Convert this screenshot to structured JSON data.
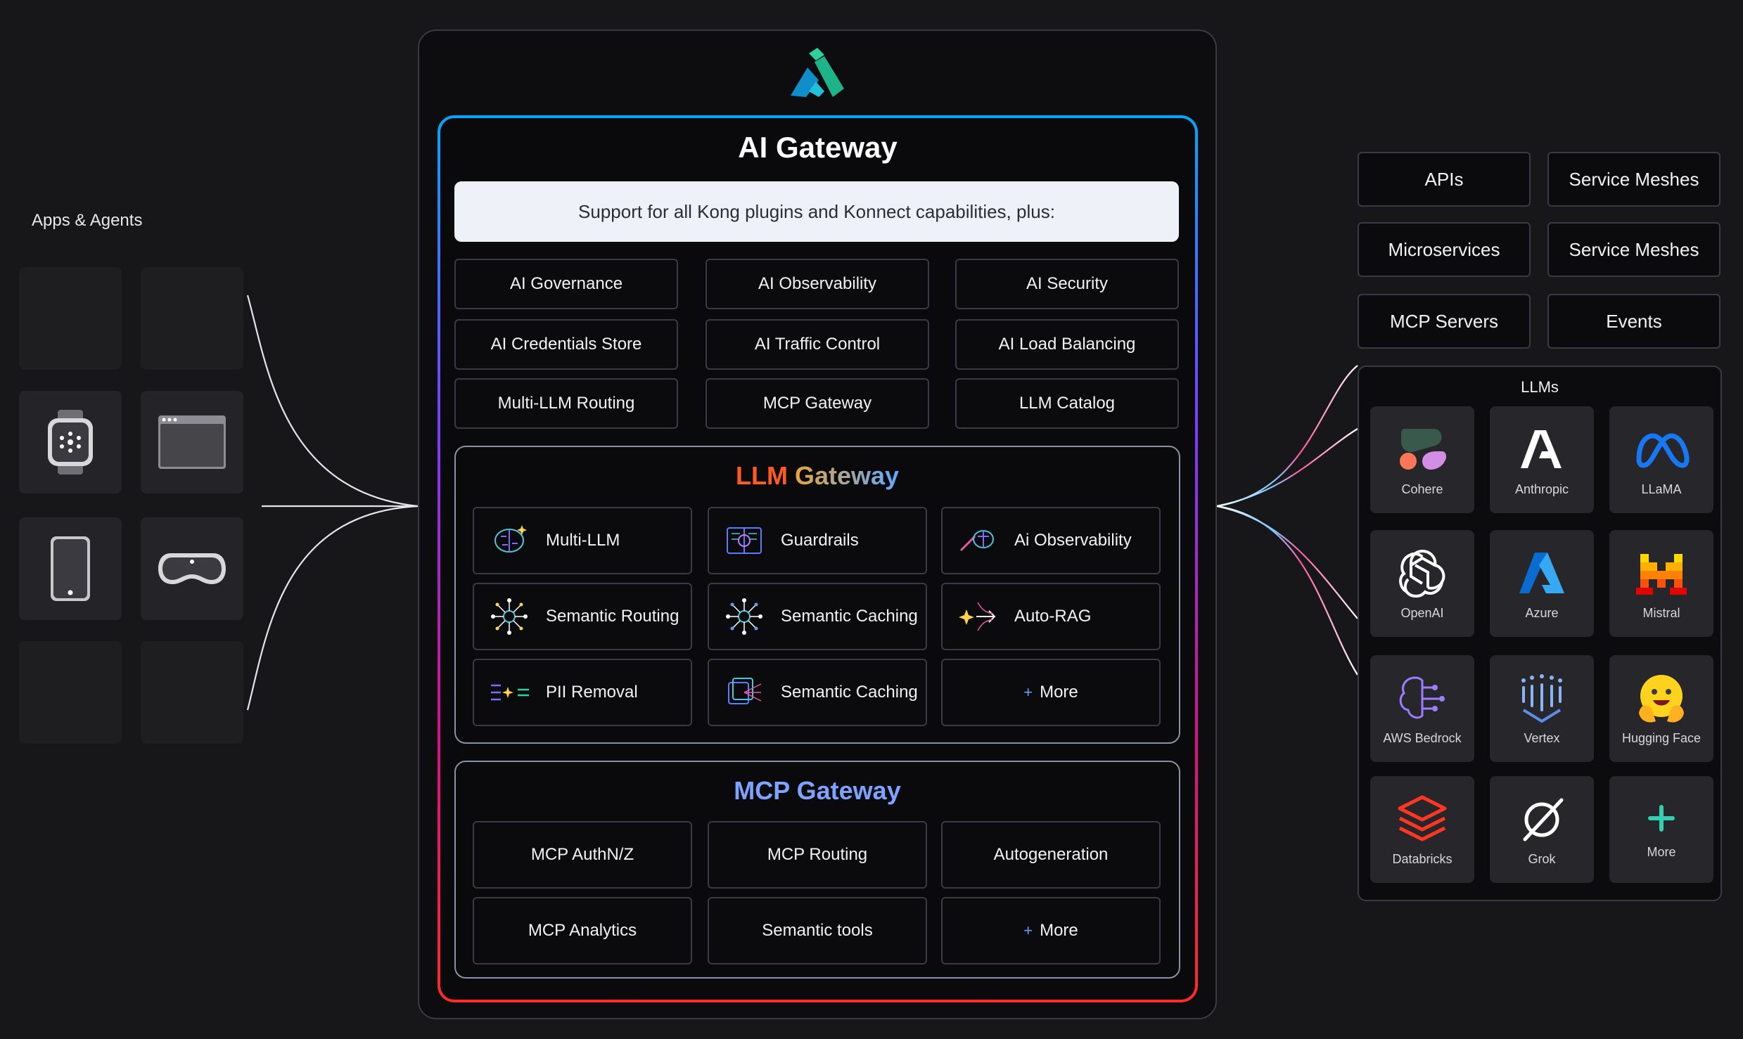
{
  "left": {
    "label": "Apps & Agents",
    "devices": [
      "watch-icon",
      "browser-window-icon",
      "phone-icon",
      "vr-headset-icon"
    ]
  },
  "center": {
    "logo": "kong-logo",
    "title": "AI Gateway",
    "support": "Support for all Kong plugins and Konnect capabilities, plus:",
    "capabilities": [
      "AI Governance",
      "AI Observability",
      "AI Security",
      "AI Credentials Store",
      "AI Traffic Control",
      "AI Load Balancing",
      "Multi-LLM Routing",
      "MCP Gateway",
      "LLM Catalog"
    ],
    "llm_gateway": {
      "title_a": "LLM",
      "title_b": "Gateway",
      "features": [
        {
          "label": "Multi-LLM",
          "icon": "brain-sparkle-icon"
        },
        {
          "label": "Guardrails",
          "icon": "book-brain-icon"
        },
        {
          "label": "Ai Observability",
          "icon": "telescope-brain-icon"
        },
        {
          "label": "Semantic Routing",
          "icon": "network-node-icon"
        },
        {
          "label": "Semantic Caching",
          "icon": "network-node-icon"
        },
        {
          "label": "Auto-RAG",
          "icon": "sparkle-arrow-icon"
        },
        {
          "label": "PII Removal",
          "icon": "list-sparkle-icon"
        },
        {
          "label": "Semantic Caching",
          "icon": "cache-layers-icon"
        }
      ],
      "more": "More"
    },
    "mcp_gateway": {
      "title": "MCP Gateway",
      "features": [
        "MCP AuthN/Z",
        "MCP Routing",
        "Autogeneration",
        "MCP Analytics",
        "Semantic tools"
      ],
      "more": "More"
    }
  },
  "right": {
    "destinations": [
      "APIs",
      "Service Meshes",
      "Microservices",
      "Service Meshes",
      "MCP Servers",
      "Events"
    ],
    "llms_label": "LLMs",
    "providers": [
      {
        "name": "Cohere",
        "icon": "cohere-logo"
      },
      {
        "name": "Anthropic",
        "icon": "anthropic-logo"
      },
      {
        "name": "LLaMA",
        "icon": "meta-logo"
      },
      {
        "name": "OpenAI",
        "icon": "openai-logo"
      },
      {
        "name": "Azure",
        "icon": "azure-logo"
      },
      {
        "name": "Mistral",
        "icon": "mistral-logo"
      },
      {
        "name": "AWS Bedrock",
        "icon": "aws-bedrock-logo"
      },
      {
        "name": "Vertex",
        "icon": "vertex-logo"
      },
      {
        "name": "Hugging Face",
        "icon": "hugging-face-logo"
      },
      {
        "name": "Databricks",
        "icon": "databricks-logo"
      },
      {
        "name": "Grok",
        "icon": "grok-logo"
      },
      {
        "name": "More",
        "icon": "plus-icon"
      }
    ]
  },
  "colors": {
    "background": "#17171a",
    "llm_orange": "#ff5a1f",
    "llm_gradient_end": "#5fa8ff",
    "mcp_blue": "#7ea2ff",
    "kong_green": "#1fb38a"
  }
}
